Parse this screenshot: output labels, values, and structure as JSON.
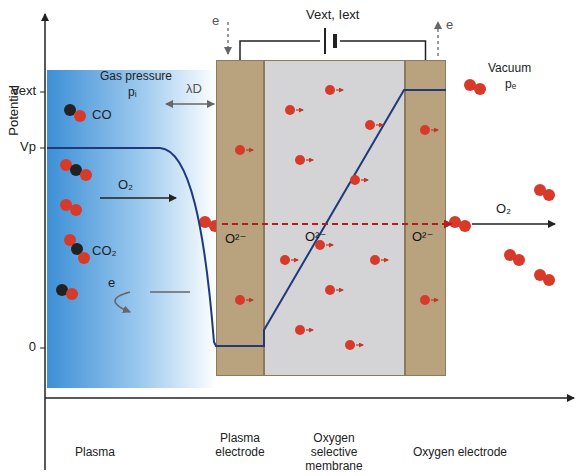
{
  "diagram": {
    "nodes": [
      {
        "text": [
          "O²⁻"
        ]
      },
      {
        "text": [
          "O²⁻"
        ]
      },
      {
        "text": [
          "O²⁻"
        ]
      }
    ],
    "edges": [
      {
        "from": 0,
        "to": 2,
        "arrow": "none",
        "label": "Vext, Iext"
      }
    ],
    "labels": [
      "Potential",
      "Vext",
      "Vp",
      "0",
      "Gas pressure",
      "pᵢ",
      "Vacuum",
      "pₑ",
      "CO",
      "O₂",
      "CO₂",
      "e",
      "λD",
      "e",
      "e",
      "O₂",
      "Plasma",
      "Plasma electrode",
      "Oxygen selective membrane",
      "Oxygen electrode"
    ]
  }
}
